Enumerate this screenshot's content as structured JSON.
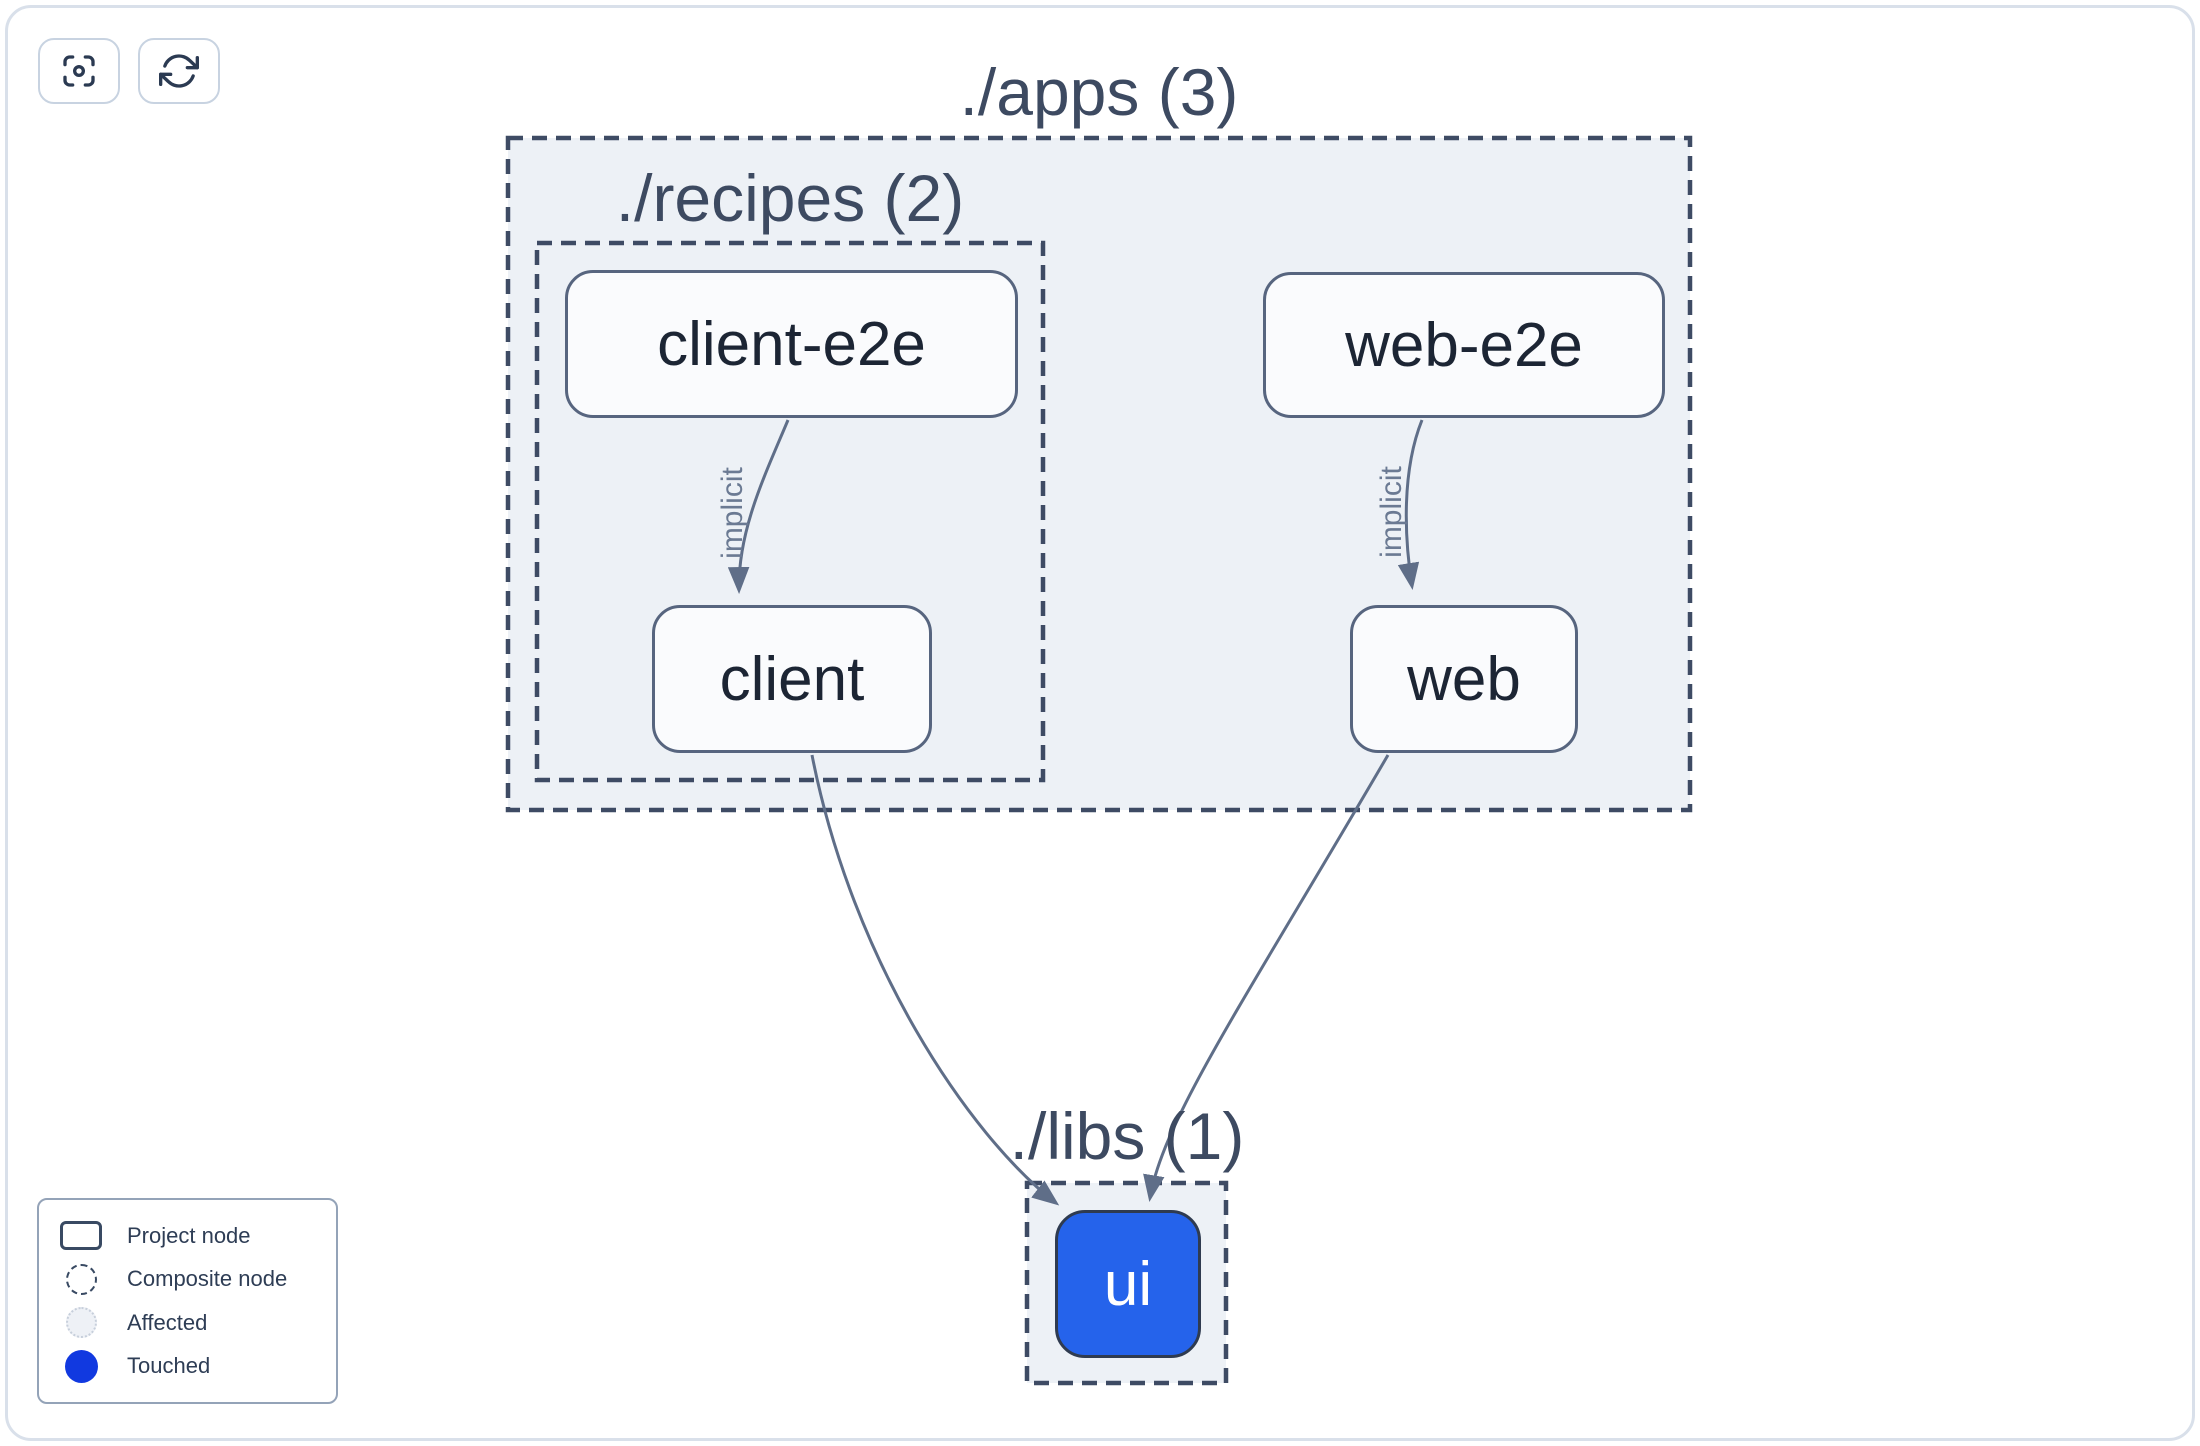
{
  "toolbar": {
    "buttons": [
      {
        "name": "focus",
        "icon": "focus-icon"
      },
      {
        "name": "refresh",
        "icon": "refresh-icon"
      }
    ]
  },
  "graph": {
    "composites": {
      "apps": {
        "label": "./apps (3)",
        "project_count": 3
      },
      "recipes": {
        "label": "./recipes (2)",
        "project_count": 2
      },
      "libs": {
        "label": "./libs (1)",
        "project_count": 1
      }
    },
    "nodes": {
      "client_e2e": {
        "label": "client-e2e",
        "state": "default"
      },
      "web_e2e": {
        "label": "web-e2e",
        "state": "default"
      },
      "client": {
        "label": "client",
        "state": "default"
      },
      "web": {
        "label": "web",
        "state": "default"
      },
      "ui": {
        "label": "ui",
        "state": "touched"
      }
    },
    "edges": [
      {
        "from": "client-e2e",
        "to": "client",
        "label": "implicit"
      },
      {
        "from": "web-e2e",
        "to": "web",
        "label": "implicit"
      },
      {
        "from": "client",
        "to": "ui",
        "label": ""
      },
      {
        "from": "web",
        "to": "ui",
        "label": ""
      }
    ]
  },
  "legend": {
    "items": [
      {
        "swatch": "project-node",
        "label": "Project node"
      },
      {
        "swatch": "composite-node",
        "label": "Composite node"
      },
      {
        "swatch": "affected",
        "label": "Affected"
      },
      {
        "swatch": "touched",
        "label": "Touched"
      }
    ]
  },
  "colors": {
    "touched_node_fill": "#2563eb",
    "legend_touched": "#1139e0",
    "composite_fill": "#edf1f6",
    "dashed_border": "#3e4b64",
    "edge_stroke": "#5f6e88",
    "node_border": "#57657f",
    "node_text": "#1c2534",
    "title_text": "#3d4a61"
  }
}
